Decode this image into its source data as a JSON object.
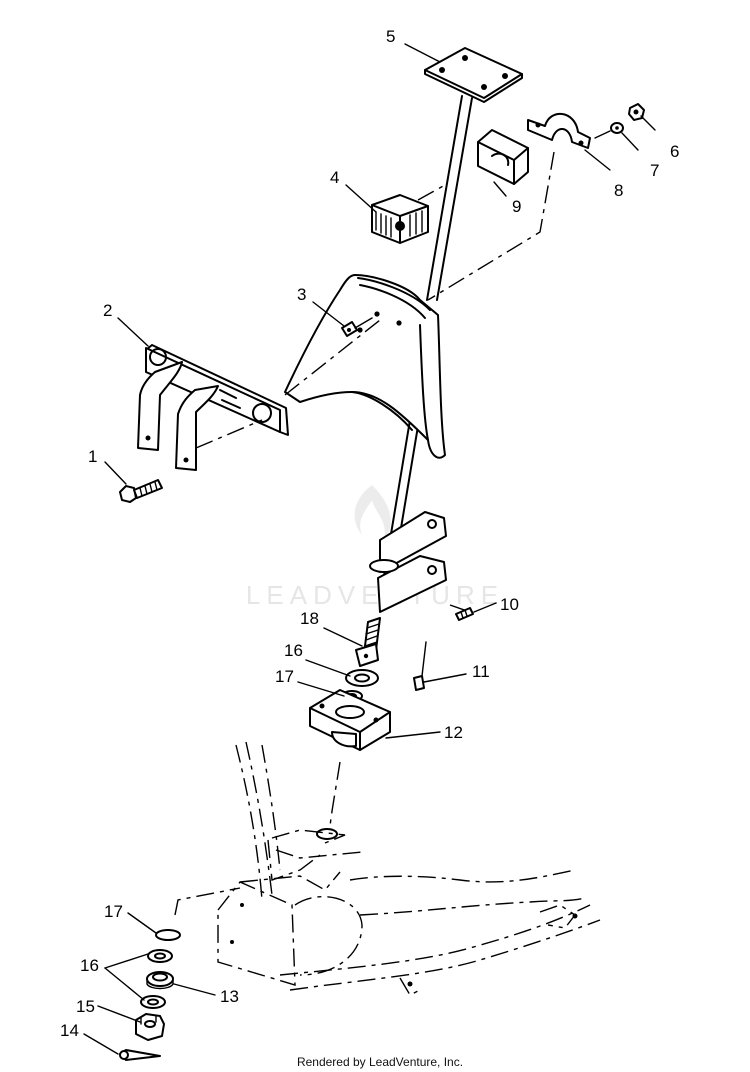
{
  "callouts": [
    {
      "id": "1",
      "text": "1"
    },
    {
      "id": "2",
      "text": "2"
    },
    {
      "id": "3",
      "text": "3"
    },
    {
      "id": "4",
      "text": "4"
    },
    {
      "id": "5",
      "text": "5"
    },
    {
      "id": "6",
      "text": "6"
    },
    {
      "id": "7",
      "text": "7"
    },
    {
      "id": "8",
      "text": "8"
    },
    {
      "id": "9",
      "text": "9"
    },
    {
      "id": "10",
      "text": "10"
    },
    {
      "id": "11",
      "text": "11"
    },
    {
      "id": "12",
      "text": "12"
    },
    {
      "id": "13",
      "text": "13"
    },
    {
      "id": "14",
      "text": "14"
    },
    {
      "id": "15",
      "text": "15"
    },
    {
      "id": "16a",
      "text": "16"
    },
    {
      "id": "16b",
      "text": "16"
    },
    {
      "id": "17a",
      "text": "17"
    },
    {
      "id": "17b",
      "text": "17"
    },
    {
      "id": "18",
      "text": "18"
    }
  ],
  "watermark": "LEADVENTURE",
  "footer": "Rendered by LeadVenture, Inc.",
  "colors": {
    "ink": "#000000",
    "paper": "#ffffff",
    "watermark": "#e6e6e6"
  }
}
